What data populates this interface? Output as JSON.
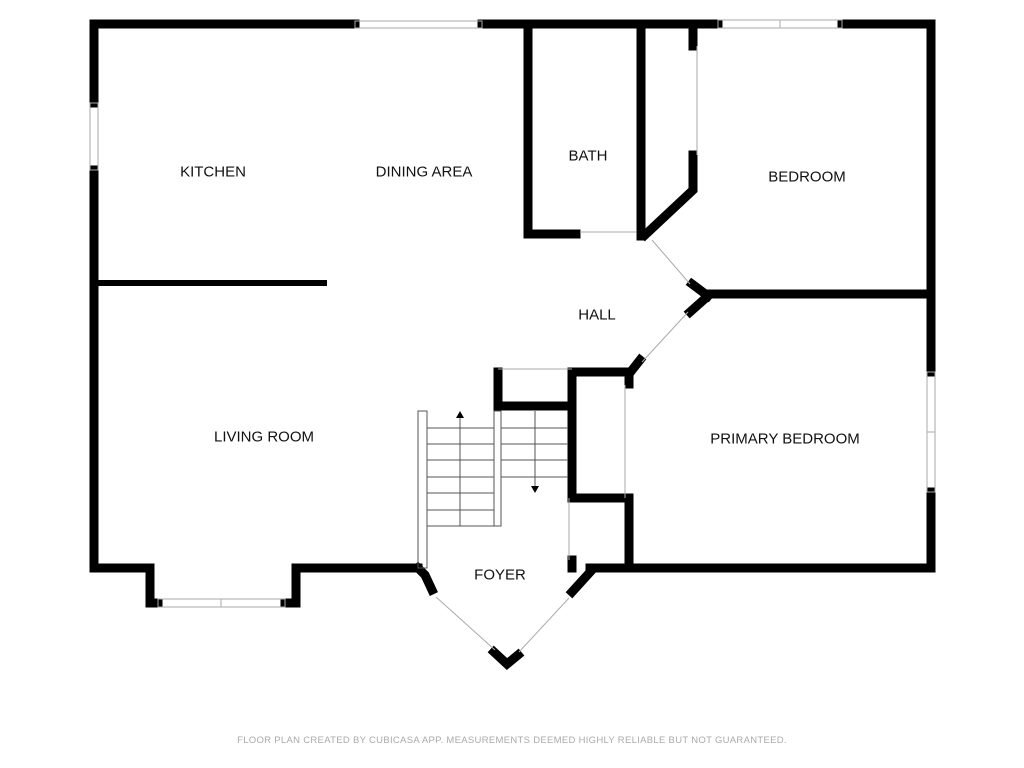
{
  "rooms": {
    "kitchen": "KITCHEN",
    "dining": "DINING AREA",
    "bath": "BATH",
    "bedroom": "BEDROOM",
    "hall": "HALL",
    "living": "LIVING ROOM",
    "primary": "PRIMARY BEDROOM",
    "foyer": "FOYER"
  },
  "footer": "FLOOR PLAN CREATED BY CUBICASA APP. MEASUREMENTS DEEMED HIGHLY RELIABLE BUT NOT GUARANTEED.",
  "colors": {
    "wall": "#000000",
    "window": "#bbbbbb",
    "footer": "#aaaaaa"
  }
}
